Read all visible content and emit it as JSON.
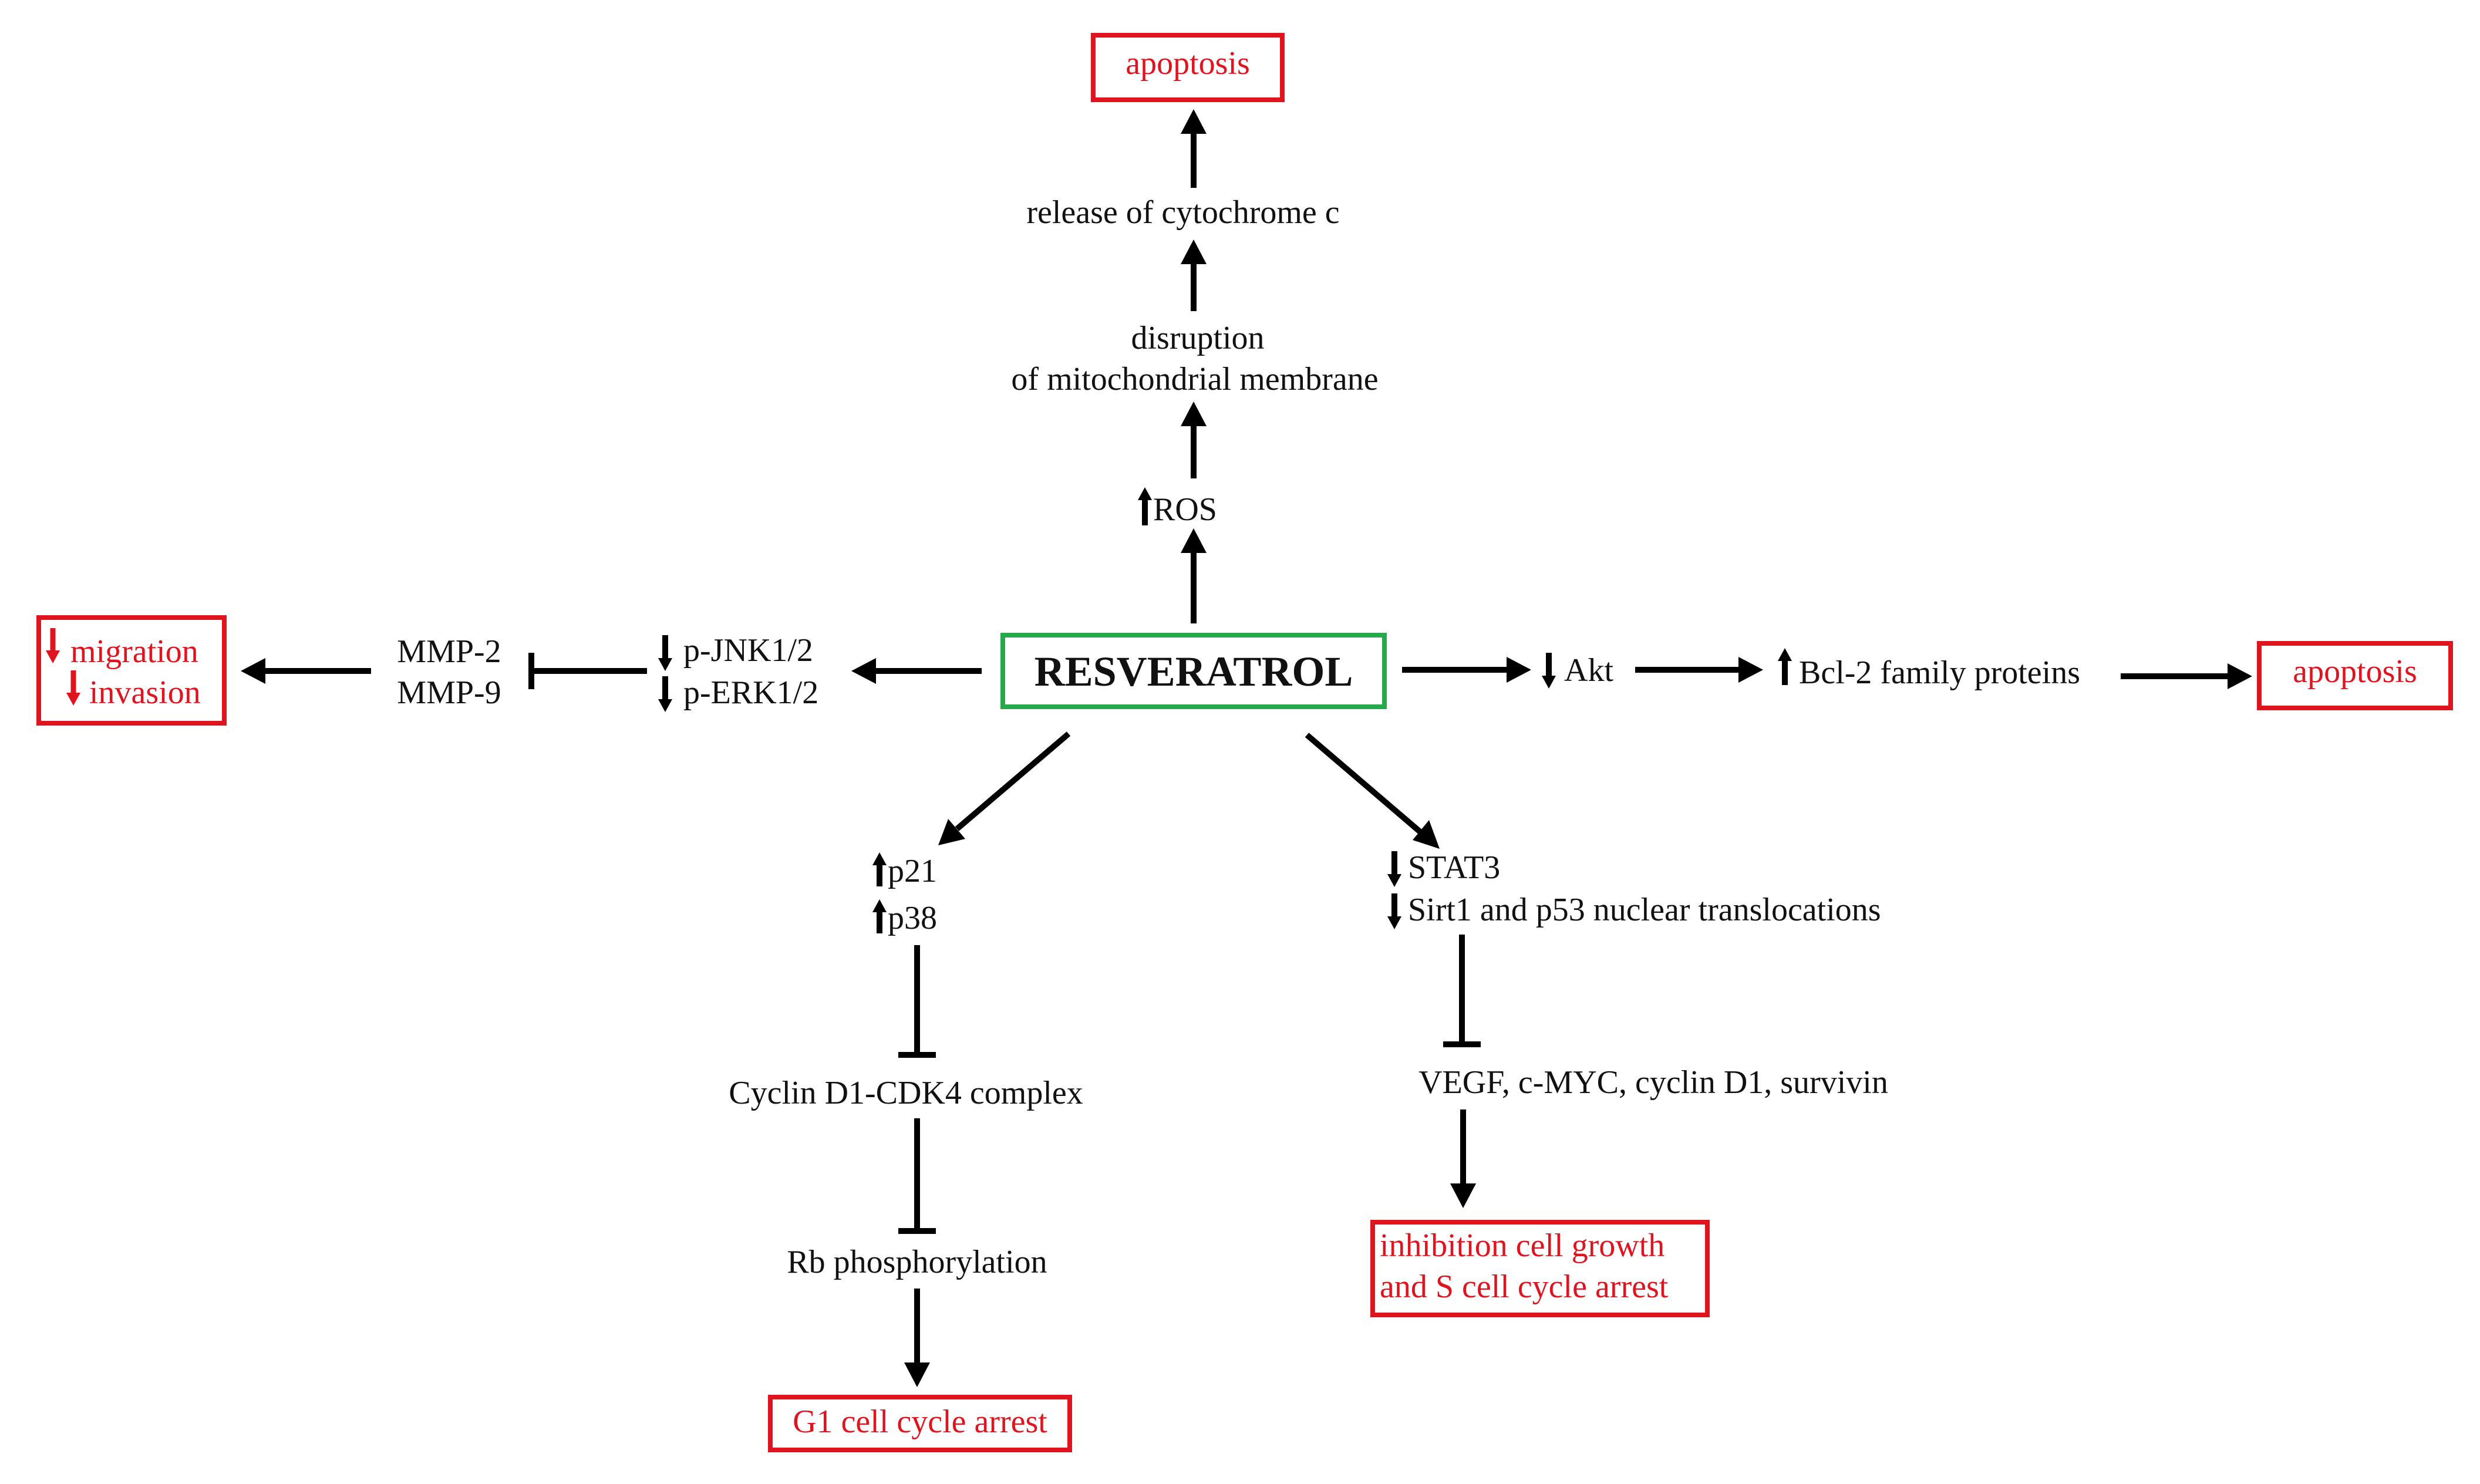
{
  "center": "RESVERATROL",
  "top_branch": {
    "ros": "ROS",
    "disruption_l1": "disruption",
    "disruption_l2": "of mitochondrial membrane",
    "cytochrome": "release of cytochrome c",
    "outcome": "apoptosis"
  },
  "left_branch": {
    "pjnk": "p-JNK1/2",
    "perk": "p-ERK1/2",
    "mmp2": "MMP-2",
    "mmp9": "MMP-9",
    "outcome_l1": "migration",
    "outcome_l2": "invasion"
  },
  "right_branch": {
    "akt": "Akt",
    "bcl2": "Bcl-2 family proteins",
    "outcome": "apoptosis"
  },
  "lower_left_branch": {
    "p21": "p21",
    "p38": "p38",
    "cyclin": "Cyclin D1-CDK4 complex",
    "rb": "Rb phosphorylation",
    "outcome": "G1 cell cycle arrest"
  },
  "lower_right_branch": {
    "stat3": "STAT3",
    "sirt1": "Sirt1 and p53 nuclear translocations",
    "targets": "VEGF, c-MYC, cyclin D1, survivin",
    "outcome_l1": "inhibition cell growth",
    "outcome_l2": "and S cell cycle arrest"
  },
  "colors": {
    "outcome_red": "#e0141e",
    "center_green": "#27a84a",
    "text": "#111111"
  },
  "icons": {
    "increase": "up-arrow-icon",
    "decrease": "down-arrow-icon"
  }
}
